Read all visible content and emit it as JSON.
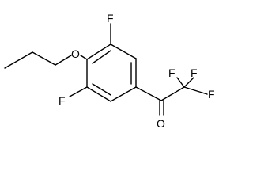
{
  "molecule": {
    "atoms": {
      "f_top": "F",
      "f_left_bottom": "F",
      "oxygen_ether": "O",
      "oxygen_carbonyl": "O",
      "f_cf3_top_left": "F",
      "f_cf3_top_right": "F",
      "f_cf3_right": "F"
    },
    "colors": {
      "bond": "#000000",
      "text": "#000000",
      "background": "#ffffff"
    }
  }
}
